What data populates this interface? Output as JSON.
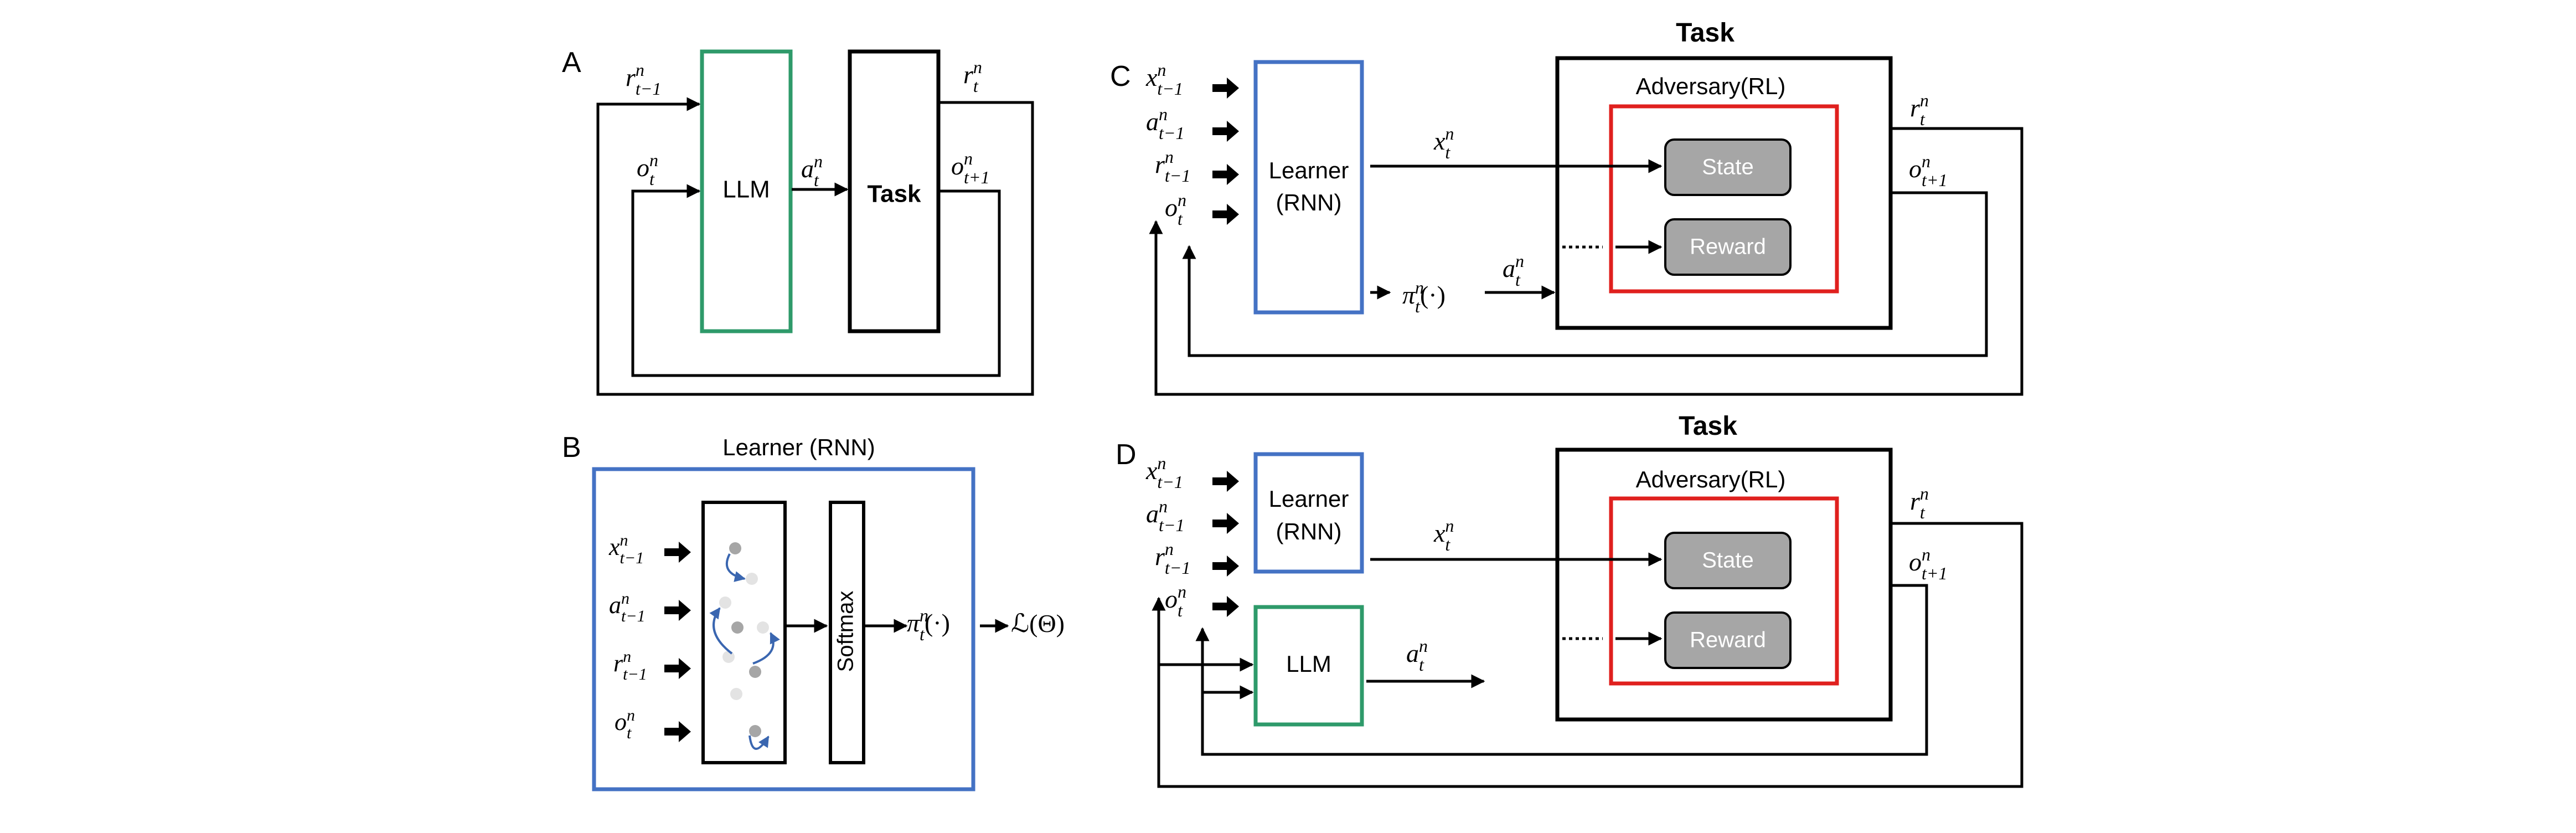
{
  "panels": {
    "a": {
      "letter": "A",
      "llm_label": "LLM",
      "task_label": "Task",
      "r_in": "r",
      "r_in_sup": "n",
      "r_in_sub": "t−1",
      "o_in": "o",
      "o_in_sup": "n",
      "o_in_sub": "t",
      "a_out": "a",
      "a_out_sup": "n",
      "a_out_sub": "t",
      "r_out": "r",
      "r_out_sup": "n",
      "r_out_sub": "t",
      "o_out": "o",
      "o_out_sup": "n",
      "o_out_sub": "t+1"
    },
    "b": {
      "letter": "B",
      "title": "Learner (RNN)",
      "softmax_label": "Softmax",
      "inputs": [
        {
          "v": "x",
          "sup": "n",
          "sub": "t−1"
        },
        {
          "v": "a",
          "sup": "n",
          "sub": "t−1"
        },
        {
          "v": "r",
          "sup": "n",
          "sub": "t−1"
        },
        {
          "v": "o",
          "sup": "n",
          "sub": "t"
        }
      ],
      "policy": "π",
      "policy_sup": "n",
      "policy_sub": "t",
      "policy_arg": "(·)",
      "loss": "ℒ(Θ)"
    },
    "c": {
      "letter": "C",
      "task_title": "Task",
      "adversary_title": "Adversary(RL)",
      "learner_line1": "Learner",
      "learner_line2": "(RNN)",
      "state_label": "State",
      "reward_label": "Reward",
      "inputs": [
        {
          "v": "x",
          "sup": "n",
          "sub": "t−1"
        },
        {
          "v": "a",
          "sup": "n",
          "sub": "t−1"
        },
        {
          "v": "r",
          "sup": "n",
          "sub": "t−1"
        },
        {
          "v": "o",
          "sup": "n",
          "sub": "t"
        }
      ],
      "x_label": "x",
      "x_sup": "n",
      "x_sub": "t",
      "pi_label": "π",
      "pi_sup": "n",
      "pi_sub": "t",
      "pi_arg": "(·)",
      "a_label": "a",
      "a_sup": "n",
      "a_sub": "t",
      "r_out": "r",
      "r_out_sup": "n",
      "r_out_sub": "t",
      "o_out": "o",
      "o_out_sup": "n",
      "o_out_sub": "t+1"
    },
    "d": {
      "letter": "D",
      "task_title": "Task",
      "adversary_title": "Adversary(RL)",
      "learner_line1": "Learner",
      "learner_line2": "(RNN)",
      "llm_label": "LLM",
      "state_label": "State",
      "reward_label": "Reward",
      "inputs": [
        {
          "v": "x",
          "sup": "n",
          "sub": "t−1"
        },
        {
          "v": "a",
          "sup": "n",
          "sub": "t−1"
        },
        {
          "v": "r",
          "sup": "n",
          "sub": "t−1"
        },
        {
          "v": "o",
          "sup": "n",
          "sub": "t"
        }
      ],
      "x_label": "x",
      "x_sup": "n",
      "x_sub": "t",
      "a_label": "a",
      "a_sup": "n",
      "a_sub": "t",
      "r_out": "r",
      "r_out_sup": "n",
      "r_out_sub": "t",
      "o_out": "o",
      "o_out_sup": "n",
      "o_out_sub": "t+1"
    }
  },
  "colors": {
    "llm": "#2e9a6a",
    "learner": "#4472c4",
    "adversary": "#e0201e",
    "module_fill": "#a6a6a6",
    "line": "#000000",
    "rnn_arrow": "#3a66b0"
  }
}
